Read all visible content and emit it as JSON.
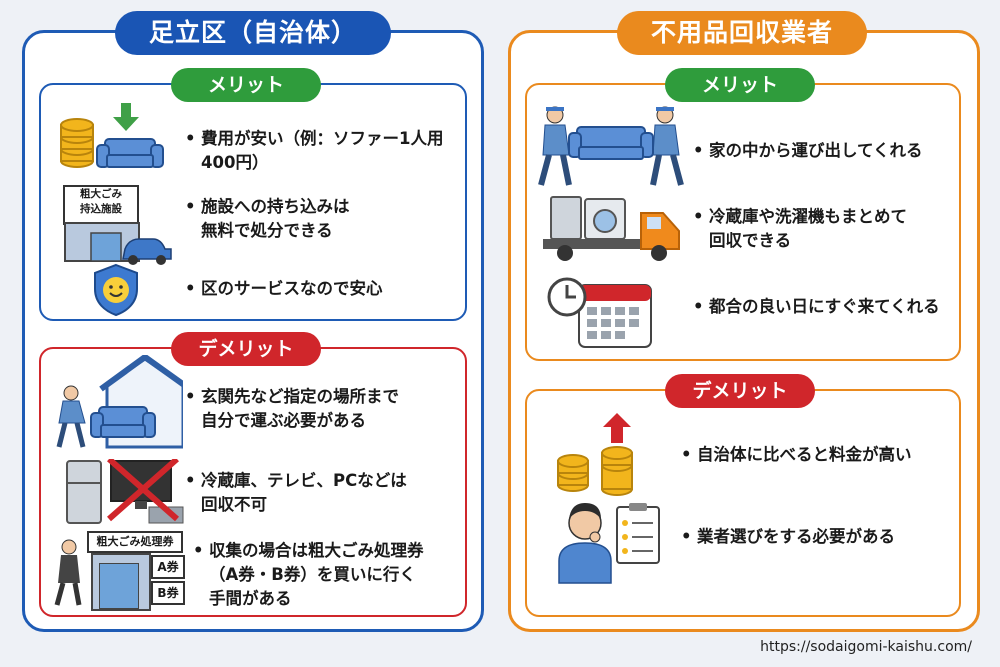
{
  "left": {
    "title": "足立区（自治体）",
    "merit": {
      "label": "メリット",
      "items": [
        "費用が安い（例：ソファー1人用\n400円）",
        "施設への持ち込みは\n無料で処分できる",
        "区のサービスなので安心"
      ],
      "facility_sign": "粗大ごみ\n持込施設"
    },
    "demerit": {
      "label": "デメリット",
      "items": [
        "玄関先など指定の場所まで\n自分で運ぶ必要がある",
        "冷蔵庫、テレビ、PCなどは\n回収不可",
        "収集の場合は粗大ごみ処理券\n（A券・B券）を買いに行く\n手間がある"
      ],
      "ticket_sign": "粗大ごみ処理券",
      "ticket_a": "A券",
      "ticket_b": "B券"
    }
  },
  "right": {
    "title": "不用品回収業者",
    "merit": {
      "label": "メリット",
      "items": [
        "家の中から運び出してくれる",
        "冷蔵庫や洗濯機もまとめて\n回収できる",
        "都合の良い日にすぐ来てくれる"
      ]
    },
    "demerit": {
      "label": "デメリット",
      "items": [
        "自治体に比べると料金が高い",
        "業者選びをする必要がある"
      ]
    }
  },
  "footer_url": "https://sodaigomi-kaishu.com/",
  "colors": {
    "blue": "#1e5bb5",
    "orange": "#ea8a1e",
    "green": "#2f9c3c",
    "red": "#d0262b"
  },
  "icons": [
    "coins-sofa-icon",
    "facility-car-icon",
    "shield-smile-icon",
    "carry-sofa-house-icon",
    "fridge-tv-crossed-icon",
    "ticket-shop-icon",
    "movers-sofa-icon",
    "truck-appliances-icon",
    "clock-calendar-icon",
    "coins-up-icon",
    "thinking-person-checklist-icon"
  ]
}
